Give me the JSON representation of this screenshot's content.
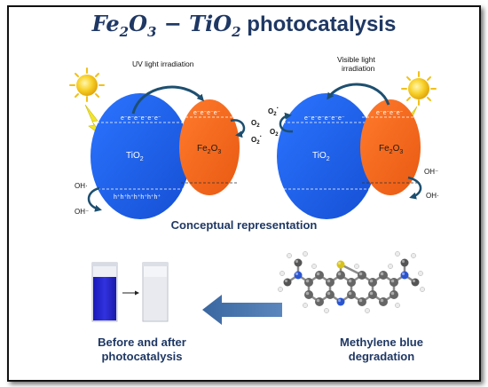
{
  "title": {
    "symbol_a": "Fe",
    "sub_a1": "2",
    "symbol_b": "O",
    "sub_a2": "3",
    "minus": " − ",
    "symbol_c": "TiO",
    "sub_c": "2",
    "text": " photocatalysis"
  },
  "left_panel": {
    "header": "UV light irradiation",
    "tio2": "TiO",
    "tio2_sub": "2",
    "fe2o3": "Fe",
    "fe2o3_sub1": "2",
    "fe2o3_o": "O",
    "fe2o3_sub2": "3",
    "electrons": "e⁻e⁻e⁻e⁻e⁻e⁻",
    "electrons_fe": "e⁻e⁻e⁻e⁻",
    "holes": "h⁺h⁺h⁺h⁺h⁺h⁺h⁺",
    "o2": "O",
    "o2_sub": "2",
    "o2_radical": "O",
    "o2_radical_sub": "2",
    "o2_radical_sup": "·",
    "oh_radical": "OH·",
    "oh_minus": "OH⁻"
  },
  "right_panel": {
    "header_line1": "Visible light",
    "header_line2": "irradiation",
    "tio2": "TiO",
    "tio2_sub": "2",
    "fe2o3": "Fe",
    "fe2o3_sub1": "2",
    "fe2o3_o": "O",
    "fe2o3_sub2": "3",
    "electrons": "e⁻e⁻e⁻e⁻e⁻e⁻",
    "electrons_fe": "e⁻e⁻e⁻e⁻",
    "o2_radical": "O",
    "o2_radical_sub": "2",
    "o2_radical_sup": "·",
    "o2": "O",
    "o2_sub": "2",
    "oh_radical": "OH·",
    "oh_minus": "OH⁻"
  },
  "conceptual_label": "Conceptual representation",
  "before_after": {
    "line1": "Before and after",
    "line2": "photocatalysis"
  },
  "methylene": {
    "line1": "Methylene blue",
    "line2": "degradation"
  },
  "colors": {
    "tio2": "#1e62f0",
    "fe2o3": "#f76a1f",
    "title": "#1f3864",
    "arrow": "#1d4f70",
    "big_arrow": "#4472a8",
    "sun": "#f6c21a",
    "bolt": "#f2e62a",
    "blue_dye": "#2323c8"
  }
}
